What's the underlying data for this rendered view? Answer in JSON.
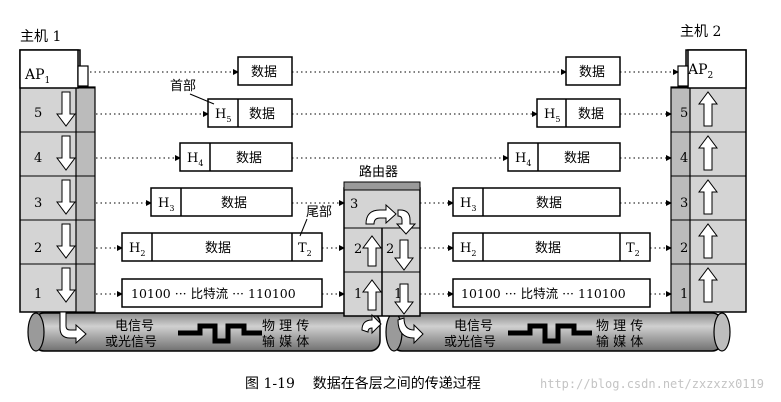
{
  "hosts": [
    {
      "title": "主机 1",
      "top_label": "AP",
      "top_sub": "1"
    },
    {
      "title": "主机 2",
      "top_label": "AP",
      "top_sub": "2"
    }
  ],
  "layer_numbers": [
    "5",
    "4",
    "3",
    "2",
    "1"
  ],
  "router": {
    "title": "路由器",
    "left_layers": [
      "3",
      "2",
      "1"
    ],
    "right_layers": [
      "2",
      "1"
    ]
  },
  "annotations": {
    "header": "首部",
    "trailer": "尾部"
  },
  "packets": {
    "data": "数据",
    "h5": "H",
    "h5_sub": "5",
    "h4": "H",
    "h4_sub": "4",
    "h3": "H",
    "h3_sub": "3",
    "h2": "H",
    "h2_sub": "2",
    "t2": "T",
    "t2_sub": "2",
    "bitstream": "10100 ··· 比特流 ··· 110100"
  },
  "medium": {
    "signal_line1": "电信号",
    "signal_line2": "或光信号",
    "phys_line1": "物 理 传",
    "phys_line2": "输 媒 体"
  },
  "caption": "图 1-19    数据在各层之间的传递过程",
  "watermark": "http://blog.csdn.net/zxzxzx0119"
}
